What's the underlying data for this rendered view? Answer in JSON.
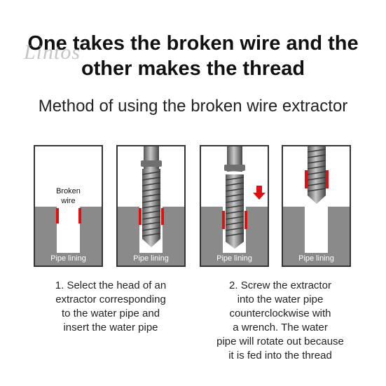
{
  "header": {
    "title_line1": "One takes the broken wire and the",
    "title_line2": "other makes the thread",
    "watermark": "Lintos",
    "subtitle": "Method of using the broken wire extractor"
  },
  "panels": [
    {
      "pipe_label": "Pipe lining",
      "wire_label_1": "Broken",
      "wire_label_2": "wire"
    },
    {
      "pipe_label": "Pipe lining"
    },
    {
      "pipe_label": "Pipe lining"
    },
    {
      "pipe_label": "Pipe lining"
    }
  ],
  "steps": {
    "step1": [
      "1. Select the head of an",
      "extractor corresponding",
      "to the water pipe and",
      "insert the water pipe"
    ],
    "step2": [
      "2. Screw the extractor",
      "into the water pipe",
      "counterclockwise with",
      "a wrench. The water",
      "pipe will rotate out because",
      "it is fed into the thread"
    ]
  },
  "colors": {
    "pipe": "#8a8a8a",
    "thread_mark": "#e01010",
    "arrow": "#e01010",
    "border": "#333333"
  },
  "icons": [
    "down-arrow-icon"
  ]
}
